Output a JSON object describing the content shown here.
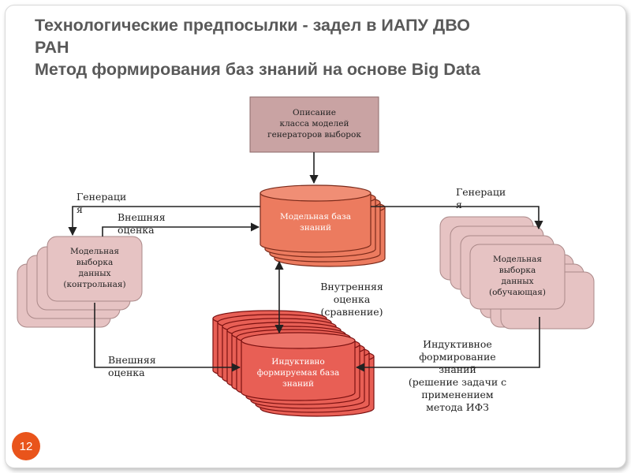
{
  "slide": {
    "title_line1": "Технологические предпосылки - задел в ИАПУ ДВО",
    "title_line2": "РАН",
    "title_line3": "Метод формирования баз знаний на основе Big Data",
    "page_number": "12"
  },
  "diagram": {
    "top_box": [
      "Описание",
      "класса моделей",
      "генераторов выборок"
    ],
    "center_db": [
      "Модельная база",
      "знаний"
    ],
    "bottom_db": [
      "Индуктивно",
      "формируемая база",
      "знаний"
    ],
    "left_stack": [
      "Модельная",
      "выборка",
      "данных",
      "(контрольная)"
    ],
    "right_stack": [
      "Модельная",
      "выборка",
      "данных",
      "(обучающая)"
    ],
    "label_gen_left": [
      "Генераци",
      "я"
    ],
    "label_gen_right": [
      "Генераци",
      "я"
    ],
    "label_ext_eval_top": [
      "Внешняя",
      "оценка"
    ],
    "label_ext_eval_bottom": [
      "Внешняя",
      "оценка"
    ],
    "label_internal": [
      "Внутренняя",
      "оценка",
      "(сравнение)"
    ],
    "label_inductive": [
      "Индуктивное",
      "формирование",
      "знаний",
      "(решение задачи с",
      "применением",
      "метода ИФЗ"
    ]
  },
  "colors": {
    "top_box_fill": "#c9a3a3",
    "stack_fill": "#e6c3c3",
    "center_db_fill": "#ec7b5f",
    "bottom_db_fill": "#e85f55",
    "page_badge": "#e9541b",
    "title": "#595959"
  }
}
